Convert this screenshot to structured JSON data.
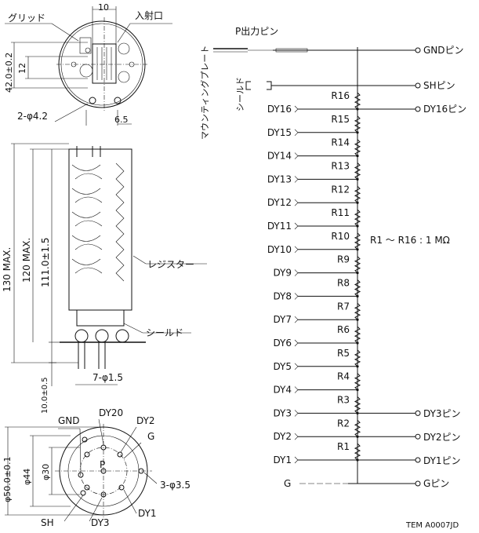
{
  "top_view": {
    "labels": {
      "grid": "グリッド",
      "window": "入射口",
      "dim_window": "10",
      "dim_h1": "42.0±0.2",
      "dim_h2": "12",
      "holes": "2-φ4.2",
      "dim_right": "6.5"
    }
  },
  "side_view": {
    "labels": {
      "dim_130": "130 MAX.",
      "dim_120": "120 MAX.",
      "dim_111": "111.0±1.5",
      "resistor": "レジスター",
      "shield": "シールド",
      "pins": "7-φ1.5",
      "dim_10": "10.0±0.5"
    }
  },
  "bottom_view": {
    "labels": {
      "gnd": "GND",
      "dy20": "DY20",
      "dy2": "DY2",
      "g": "G",
      "p": "P",
      "dia_outer": "φ50.0±0.1",
      "dia_44": "φ44",
      "dia_30": "φ30",
      "holes": "3-φ3.5",
      "sh": "SH",
      "dy3": "DY3",
      "dy1": "DY1"
    }
  },
  "circuit": {
    "mounting_plate": "マウンティングプレート",
    "p_pin": "P出力ピン",
    "shield": "シールド",
    "gnd_pin": "GNDピン",
    "sh_pin": "SHピン",
    "dy16_pin": "DY16ピン",
    "dy3_pin": "DY3ピン",
    "dy2_pin": "DY2ピン",
    "dy1_pin": "DY1ピン",
    "g_pin": "Gピン",
    "g_label": "G",
    "resistance_note": "R1 ～ R16 : 1 MΩ",
    "dynodes": [
      "DY16",
      "DY15",
      "DY14",
      "DY13",
      "DY12",
      "DY11",
      "DY10",
      "DY9",
      "DY8",
      "DY7",
      "DY6",
      "DY5",
      "DY4",
      "DY3",
      "DY2",
      "DY1"
    ],
    "resistors": [
      "R16",
      "R15",
      "R14",
      "R13",
      "R12",
      "R11",
      "R10",
      "R9",
      "R8",
      "R7",
      "R6",
      "R5",
      "R4",
      "R3",
      "R2",
      "R1"
    ]
  },
  "figure_id": "TEM A0007JD"
}
